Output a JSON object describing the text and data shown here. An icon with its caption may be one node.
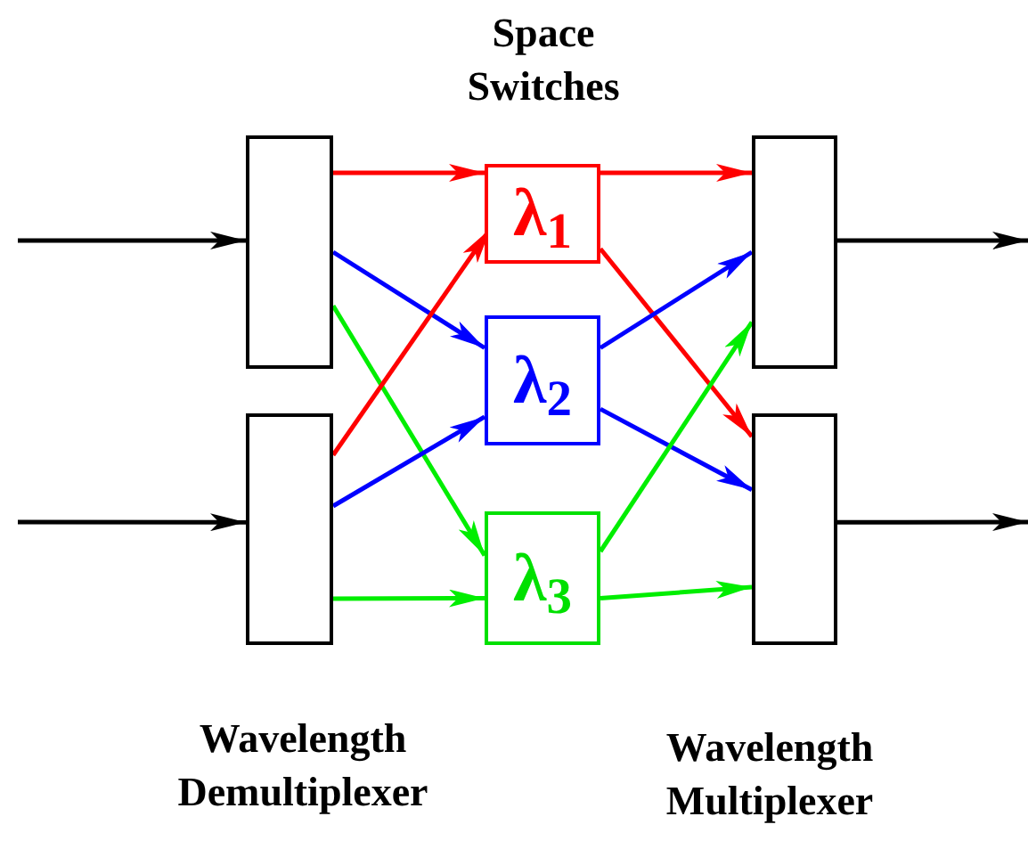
{
  "diagram": {
    "nodes": [
      {
        "text": [],
        "shape": "box"
      },
      {
        "text": [],
        "shape": "box"
      },
      {
        "text": [
          "λ$_{1}$"
        ]
      },
      {
        "text": [
          "λ$_{2}$"
        ]
      },
      {
        "text": [
          "λ$_{3}$"
        ]
      },
      {
        "text": [],
        "shape": "box"
      },
      {
        "text": [],
        "shape": "box"
      }
    ],
    "edges": [
      {
        "from": null,
        "to": 0,
        "arrow": "to",
        "color": "#000000"
      },
      {
        "from": null,
        "to": 1,
        "arrow": "to",
        "color": "#000000"
      },
      {
        "from": 0,
        "to": 2,
        "arrow": "to",
        "color": "#ff0000"
      },
      {
        "from": 0,
        "to": 3,
        "arrow": "to",
        "color": "#0000ff"
      },
      {
        "from": 0,
        "to": 4,
        "arrow": "to",
        "color": "#00ee00"
      },
      {
        "from": 1,
        "to": 2,
        "arrow": "to",
        "color": "#ff0000"
      },
      {
        "from": 1,
        "to": 3,
        "arrow": "to",
        "color": "#0000ff"
      },
      {
        "from": 1,
        "to": 4,
        "arrow": "to",
        "color": "#00ee00"
      },
      {
        "from": 2,
        "to": 5,
        "arrow": "to",
        "color": "#ff0000"
      },
      {
        "from": 2,
        "to": 6,
        "arrow": "to",
        "color": "#ff0000"
      },
      {
        "from": 3,
        "to": 5,
        "arrow": "to",
        "color": "#0000ff"
      },
      {
        "from": 3,
        "to": 6,
        "arrow": "to",
        "color": "#0000ff"
      },
      {
        "from": 4,
        "to": 5,
        "arrow": "to",
        "color": "#00ee00"
      },
      {
        "from": 4,
        "to": 6,
        "arrow": "to",
        "color": "#00ee00"
      },
      {
        "from": 5,
        "to": null,
        "arrow": "to",
        "color": "#000000"
      },
      {
        "from": 6,
        "to": null,
        "arrow": "to",
        "color": "#000000"
      }
    ],
    "labels": [
      "Space Switches",
      "Wavelength Demultiplexer",
      "Wavelength Multiplexer"
    ]
  }
}
